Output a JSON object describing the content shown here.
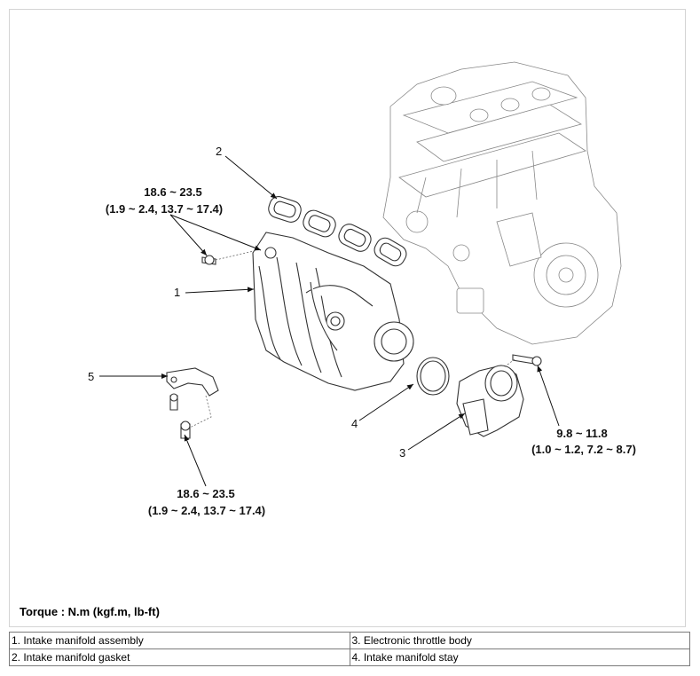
{
  "callouts": {
    "c1": "1",
    "c2": "2",
    "c3": "3",
    "c4": "4",
    "c5": "5"
  },
  "torque_specs": {
    "manifold_bolts": {
      "line1": "18.6 ~ 23.5",
      "line2": "(1.9 ~ 2.4, 13.7 ~ 17.4)"
    },
    "stay_bolts": {
      "line1": "18.6 ~ 23.5",
      "line2": "(1.9 ~ 2.4, 13.7 ~ 17.4)"
    },
    "throttle_bolts": {
      "line1": "9.8 ~ 11.8",
      "line2": "(1.0 ~ 1.2, 7.2 ~ 8.7)"
    }
  },
  "torque_note": "Torque : N.m (kgf.m, lb-ft)",
  "legend": [
    [
      "1. Intake manifold assembly",
      "3. Electronic throttle body"
    ],
    [
      "2. Intake manifold gasket",
      "4. Intake manifold stay"
    ]
  ]
}
